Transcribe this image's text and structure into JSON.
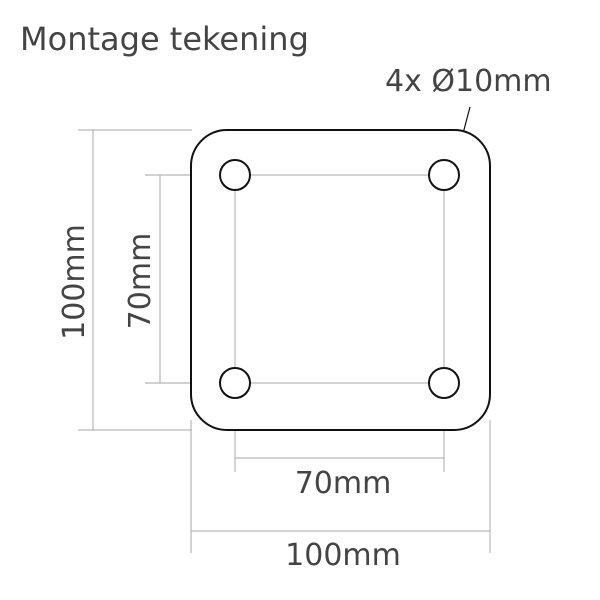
{
  "title": "Montage tekening",
  "hole_label": "4x Ø10mm",
  "dimensions": {
    "width_outer": "100mm",
    "width_inner": "70mm",
    "height_outer": "100mm",
    "height_inner": "70mm"
  },
  "colors": {
    "outline": "#111111",
    "dimension_line": "#b8b8b8",
    "text": "#444444"
  }
}
